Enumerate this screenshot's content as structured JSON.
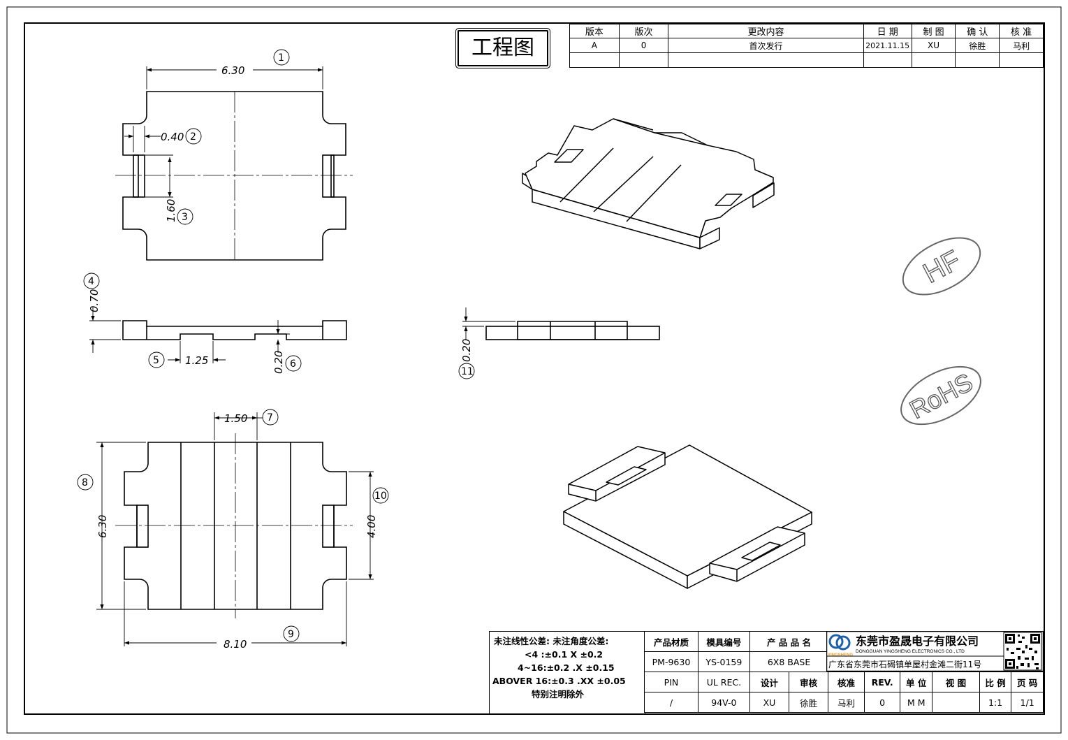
{
  "title": "工程图",
  "revision_table": {
    "headers": [
      "版本",
      "版次",
      "更改内容",
      "日 期",
      "制 图",
      "确 认",
      "核 准"
    ],
    "rows": [
      [
        "A",
        "0",
        "首次发行",
        "2021.11.15",
        "XU",
        "徐胜",
        "马利"
      ],
      [
        "",
        "",
        "",
        "",
        "",
        "",
        ""
      ]
    ]
  },
  "dimensions": {
    "d1": {
      "value": "6.30",
      "balloon": "1"
    },
    "d2": {
      "value": "0.40",
      "balloon": "2"
    },
    "d3": {
      "value": "1.60",
      "balloon": "3"
    },
    "d4": {
      "value": "0.70",
      "balloon": "4"
    },
    "d5": {
      "value": "1.25",
      "balloon": "5"
    },
    "d6": {
      "value": "0.20",
      "balloon": "6"
    },
    "d7": {
      "value": "1.50",
      "balloon": "7"
    },
    "d8": {
      "value": "6.30",
      "balloon": "8"
    },
    "d9": {
      "value": "8.10",
      "balloon": "9"
    },
    "d10": {
      "value": "4.00",
      "balloon": "10"
    },
    "d11": {
      "value": "0.20",
      "balloon": "11"
    }
  },
  "stamps": {
    "hf": "HF",
    "rohs": "RoHS"
  },
  "tolerance": {
    "line1": "未注线性公差:  未注角度公差:",
    "line2": "<4 :±0.1  X ±0.2",
    "line3": "4~16:±0.2  .X ±0.15",
    "line4": "ABOVER 16:±0.3  .XX ±0.05",
    "line5": "特别注明除外"
  },
  "info": {
    "headers": [
      "产品材质",
      "模具编号",
      "产 品 品 名"
    ],
    "values": [
      "PM-9630",
      "YS-0159",
      "6X8 BASE"
    ],
    "row3": [
      "PIN",
      "UL REC.",
      "设计",
      "审核",
      "核准",
      "REV.",
      "单 位",
      "视 图",
      "比 例",
      "页 码"
    ],
    "row4": [
      "/",
      "94V-0",
      "XU",
      "徐胜",
      "马利",
      "0",
      "M M",
      "",
      "1:1",
      "1/1"
    ]
  },
  "company": {
    "name": "东莞市盈晟电子有限公司",
    "name_en": "DONGGUAN YINGSHENG ELECTRONICS CO., LTD",
    "logo_text": "YINGSHENG",
    "address": "广东省东莞市石碣镇单屋村金滩二街11号"
  }
}
